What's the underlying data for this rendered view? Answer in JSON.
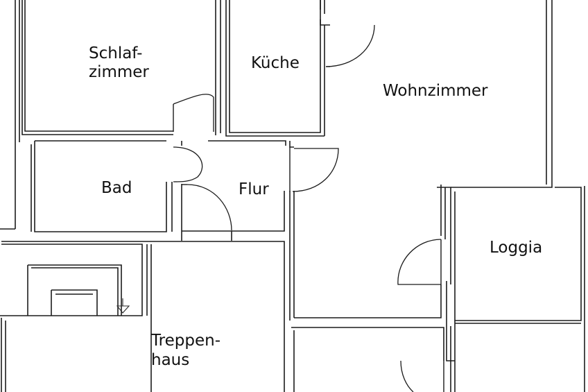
{
  "rooms": {
    "schlafzimmer": {
      "line1": "Schlaf-",
      "line2": "zimmer"
    },
    "kueche": {
      "label": "Küche"
    },
    "wohnzimmer": {
      "label": "Wohnzimmer"
    },
    "bad": {
      "label": "Bad"
    },
    "flur": {
      "label": "Flur"
    },
    "loggia": {
      "label": "Loggia"
    },
    "treppenhaus": {
      "line1": "Treppen-",
      "line2": "haus"
    }
  },
  "colors": {
    "line": "#1c1c1c",
    "background": "#ffffff"
  }
}
